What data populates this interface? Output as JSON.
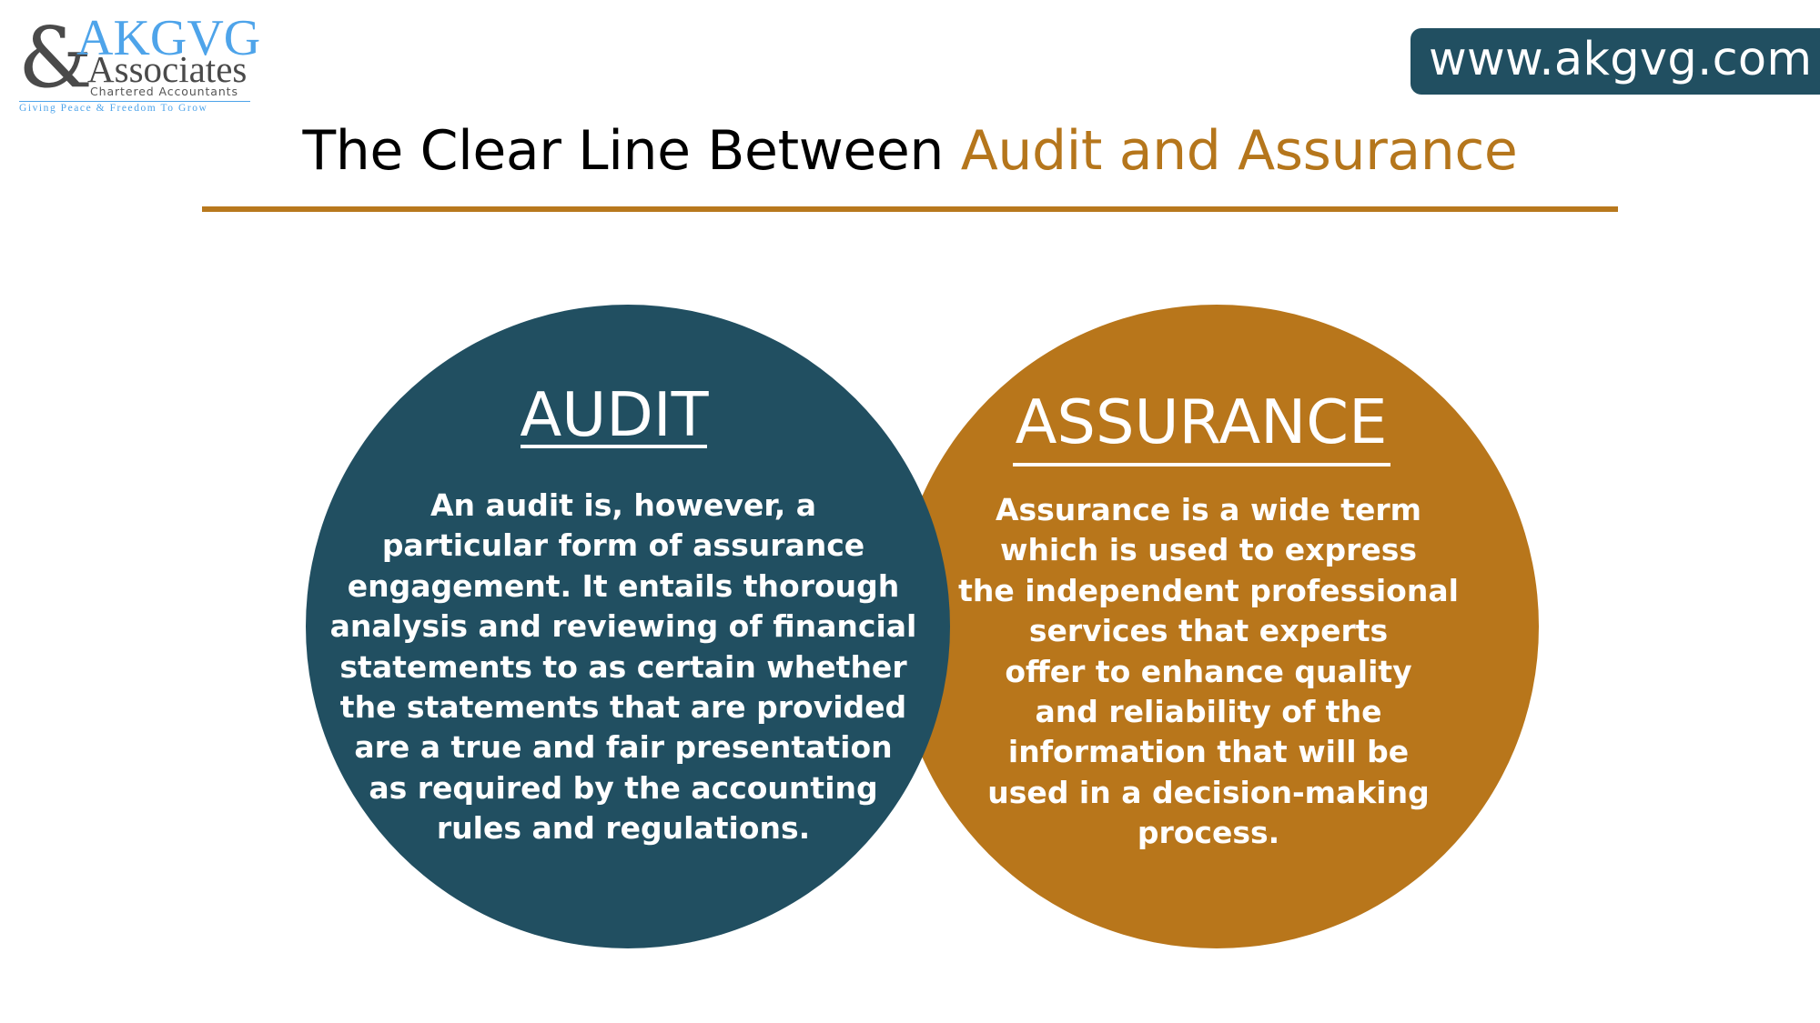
{
  "logo": {
    "ampersand": "&",
    "name": "AKGVG",
    "associates": "Associates",
    "subtitle": "Chartered Accountants",
    "tagline": "Giving Peace & Freedom To Grow"
  },
  "website": {
    "url": "www.akgvg.com"
  },
  "title": {
    "prefix": "The Clear Line Between ",
    "accent": "Audit and Assurance"
  },
  "colors": {
    "navy": "#214f61",
    "gold": "#b8761b",
    "logo_blue": "#4ea4ea",
    "logo_gray": "#4a4a4a",
    "text_white": "#ffffff",
    "title_black": "#000000"
  },
  "audit": {
    "heading": "AUDIT",
    "lines": [
      "An audit is, however, a",
      "particular form of assurance",
      "engagement. It entails thorough",
      "analysis and reviewing of financial",
      "statements to as certain whether",
      "the statements that are provided",
      "are a true and fair presentation",
      "as required by the accounting",
      "rules and regulations."
    ]
  },
  "assurance": {
    "heading": "ASSURANCE",
    "lines": [
      "Assurance is a wide term",
      "which is used to express",
      "the independent professional",
      "services that experts",
      "offer to enhance quality",
      "and reliability of the",
      "information that will be",
      "used in a decision-making",
      "process."
    ]
  }
}
